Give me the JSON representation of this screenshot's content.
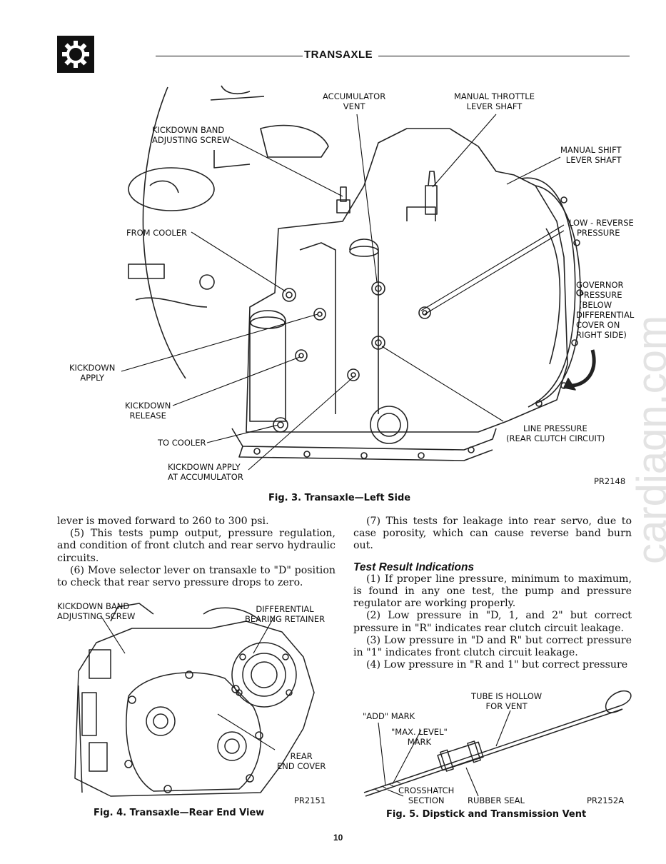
{
  "header": {
    "section_title": "TRANSAXLE"
  },
  "fig3": {
    "caption": "Fig. 3.   Transaxle—Left Side",
    "code": "PR2148",
    "labels": {
      "accumulator_vent": [
        "ACCUMULATOR",
        "VENT"
      ],
      "manual_throttle": [
        "MANUAL THROTTLE",
        "LEVER SHAFT"
      ],
      "manual_shift": [
        "MANUAL SHIFT",
        "LEVER SHAFT"
      ],
      "kickdown_band": [
        "KICKDOWN BAND",
        "ADJUSTING SCREW"
      ],
      "from_cooler": "FROM COOLER",
      "low_reverse": [
        "LOW - REVERSE",
        "PRESSURE"
      ],
      "governor": [
        "GOVERNOR",
        "PRESSURE",
        "(BELOW",
        "DIFFERENTIAL",
        "COVER ON",
        "RIGHT SIDE)"
      ],
      "kickdown_apply": [
        "KICKDOWN",
        "APPLY"
      ],
      "kickdown_release": [
        "KICKDOWN",
        "RELEASE"
      ],
      "to_cooler": "TO COOLER",
      "line_pressure": [
        "LINE PRESSURE",
        "(REAR CLUTCH CIRCUIT)"
      ],
      "kickdown_apply_acc": [
        "KICKDOWN APPLY",
        "AT ACCUMULATOR"
      ]
    }
  },
  "left_column": {
    "p1": "lever is moved forward to 260 to 300 psi.",
    "p2": "(5) This tests pump output, pressure regulation, and condition of front clutch and rear servo hydraulic circuits.",
    "p3": "(6) Move selector lever on transaxle to \"D\" position to check that rear servo pressure drops to zero."
  },
  "right_column": {
    "p7": "(7) This tests for leakage into rear servo, due to case porosity, which can cause reverse band burn out.",
    "heading": "Test Result Indications",
    "r1": "(1) If proper line pressure, minimum to maximum, is found in any one test, the pump and pressure regulator are working properly.",
    "r2": "(2) Low pressure in \"D, 1, and 2\" but correct pressure in \"R\" indicates rear clutch circuit leakage.",
    "r3": "(3) Low pressure in \"D and R\" but correct pressure in \"1\" indicates front clutch circuit leakage.",
    "r4": "(4) Low pressure in \"R and 1\" but correct pressure"
  },
  "fig4": {
    "caption": "Fig. 4.   Transaxle—Rear End View",
    "code": "PR2151",
    "labels": {
      "kickdown_band": [
        "KICKDOWN BAND",
        "ADJUSTING SCREW"
      ],
      "diff_bearing": [
        "DIFFERENTIAL",
        "BEARING RETAINER"
      ],
      "rear_end_cover": [
        "REAR",
        "END COVER"
      ]
    }
  },
  "fig5": {
    "caption": "Fig. 5.   Dipstick and Transmission Vent",
    "code": "PR2152A",
    "labels": {
      "tube_hollow": [
        "TUBE IS HOLLOW",
        "FOR VENT"
      ],
      "add_mark": "\"ADD\" MARK",
      "max_level": [
        "\"MAX. LEVEL\"",
        "MARK"
      ],
      "crosshatch": [
        "CROSSHATCH",
        "SECTION"
      ],
      "rubber_seal": "RUBBER SEAL"
    }
  },
  "page_number": "10",
  "watermark": "cardiagn.com"
}
